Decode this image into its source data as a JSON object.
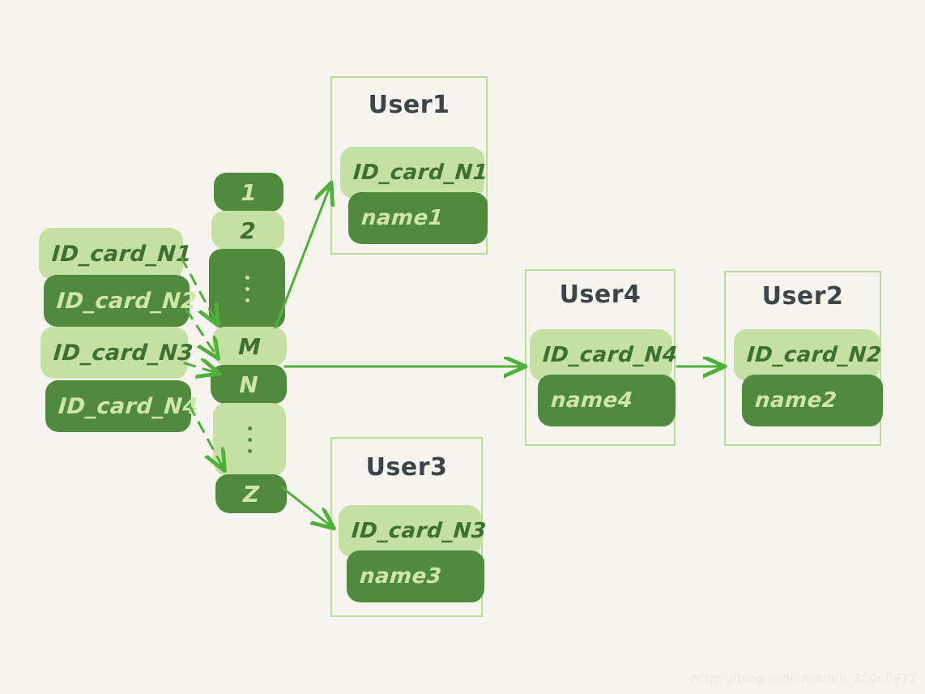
{
  "background_color": "#f5f4ef",
  "palette": {
    "chip_light": "#c4e0a2",
    "chip_dark": "#4f8a3d",
    "text_on_light": "#3d7032",
    "text_on_dark": "#cfe6a7",
    "box_border": "#bcdd9a",
    "title_text": "#3d4548",
    "arrow_green": "#4fb03a",
    "watermark_text": "#ebe9e1"
  },
  "left_column": {
    "name": "id-card-list",
    "items": [
      {
        "label": "ID_card_N1",
        "tone": "light"
      },
      {
        "label": "ID_card_N2",
        "tone": "dark"
      },
      {
        "label": "ID_card_N3",
        "tone": "light"
      },
      {
        "label": "ID_card_N4",
        "tone": "dark"
      }
    ]
  },
  "middle_column": {
    "name": "hash-bucket-slots",
    "slots": [
      {
        "label": "1",
        "tone": "dark",
        "kind": "text"
      },
      {
        "label": "2",
        "tone": "light",
        "kind": "text"
      },
      {
        "label": "⋮",
        "tone": "dark",
        "kind": "dots"
      },
      {
        "label": "M",
        "tone": "light",
        "kind": "text"
      },
      {
        "label": "N",
        "tone": "dark",
        "kind": "text"
      },
      {
        "label": "⋮",
        "tone": "light",
        "kind": "dots"
      },
      {
        "label": "Z",
        "tone": "dark",
        "kind": "text"
      }
    ]
  },
  "user_boxes": [
    {
      "id": "user-1",
      "title": "User1",
      "id_card": "ID_card_N1",
      "name": "name1"
    },
    {
      "id": "user-3",
      "title": "User3",
      "id_card": "ID_card_N3",
      "name": "name3"
    },
    {
      "id": "user-4",
      "title": "User4",
      "id_card": "ID_card_N4",
      "name": "name4"
    },
    {
      "id": "user-2",
      "title": "User2",
      "id_card": "ID_card_N2",
      "name": "name2"
    }
  ],
  "connections": [
    {
      "from": "ID_card_N1",
      "to": "slot-M",
      "style": "dashed"
    },
    {
      "from": "ID_card_N2",
      "to": "slot-N",
      "style": "dashed"
    },
    {
      "from": "ID_card_N3",
      "to": "slot-N",
      "style": "dashed"
    },
    {
      "from": "ID_card_N4",
      "to": "slot-Z",
      "style": "dashed"
    },
    {
      "from": "slot-M",
      "to": "User1",
      "style": "solid"
    },
    {
      "from": "slot-N",
      "to": "User4",
      "style": "solid"
    },
    {
      "from": "slot-Z",
      "to": "User3",
      "style": "solid"
    },
    {
      "from": "User4",
      "to": "User2",
      "style": "solid"
    }
  ],
  "watermark": "https://blog.csdn.net/m0_38060977"
}
